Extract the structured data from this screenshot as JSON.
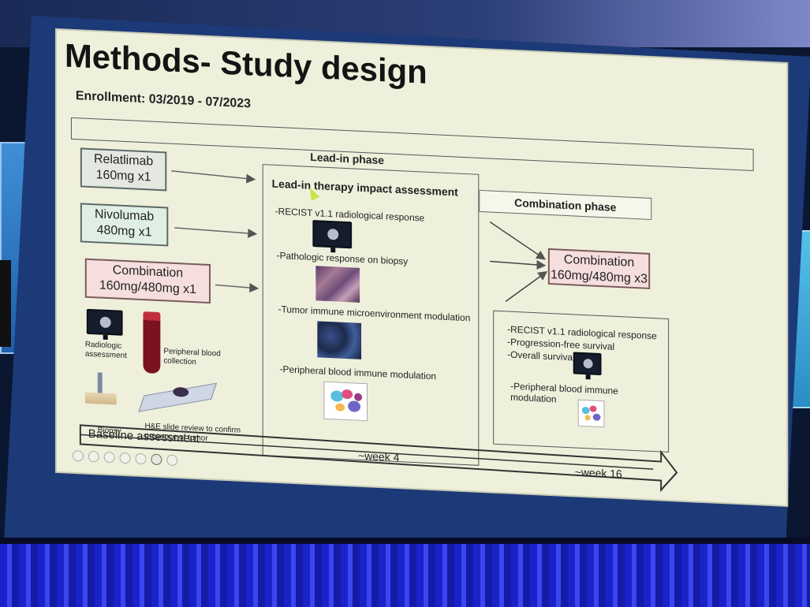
{
  "slide": {
    "title": "Methods- Study design",
    "enrollment": "Enrollment: 03/2019 - 07/2023",
    "lead_in_phase_label": "Lead-in phase",
    "combination_phase_label": "Combination phase",
    "arms": [
      {
        "name": "Relatlimab",
        "dose": "160mg x1"
      },
      {
        "name": "Nivolumab",
        "dose": "480mg x1"
      },
      {
        "name": "Combination",
        "dose": "160mg/480mg x1"
      }
    ],
    "baseline_items": [
      {
        "label_line1": "Radiologic",
        "label_line2": "assessment",
        "icon": "monitor-icon"
      },
      {
        "label_line1": "Peripheral blood",
        "label_line2": "collection",
        "icon": "blood-tube-icon"
      },
      {
        "label_line1": "Biopsy",
        "label_line2": "",
        "icon": "biopsy-needle-icon"
      },
      {
        "label_line1": "H&E slide review to confirm",
        "label_line2": "presence of tumor",
        "icon": "glass-slide-icon"
      }
    ],
    "lead_in": {
      "heading": "Lead-in therapy impact assessment",
      "items": [
        "-RECIST v1.1 radiological response",
        "-Pathologic response on biopsy",
        "-Tumor immune microenvironment modulation",
        "-Peripheral blood  immune modulation"
      ]
    },
    "combination": {
      "box_line1": "Combination",
      "box_line2": "160mg/480mg x3",
      "items": [
        "-RECIST v1.1 radiological response",
        "-Progression-free survival",
        "-Overall survival"
      ],
      "blood_line1": "-Peripheral blood immune",
      "blood_line2": "modulation"
    },
    "timeline": {
      "baseline": "Baseline assessment",
      "week4": "~week 4",
      "week16": "~week 16"
    }
  },
  "colors": {
    "slide_bg": "#eff0dc",
    "relatlimab_box": "#e5e8e1",
    "nivolumab_box": "#e0efe4",
    "combination_box": "#f6dede",
    "curtain": "#2a35e0"
  }
}
